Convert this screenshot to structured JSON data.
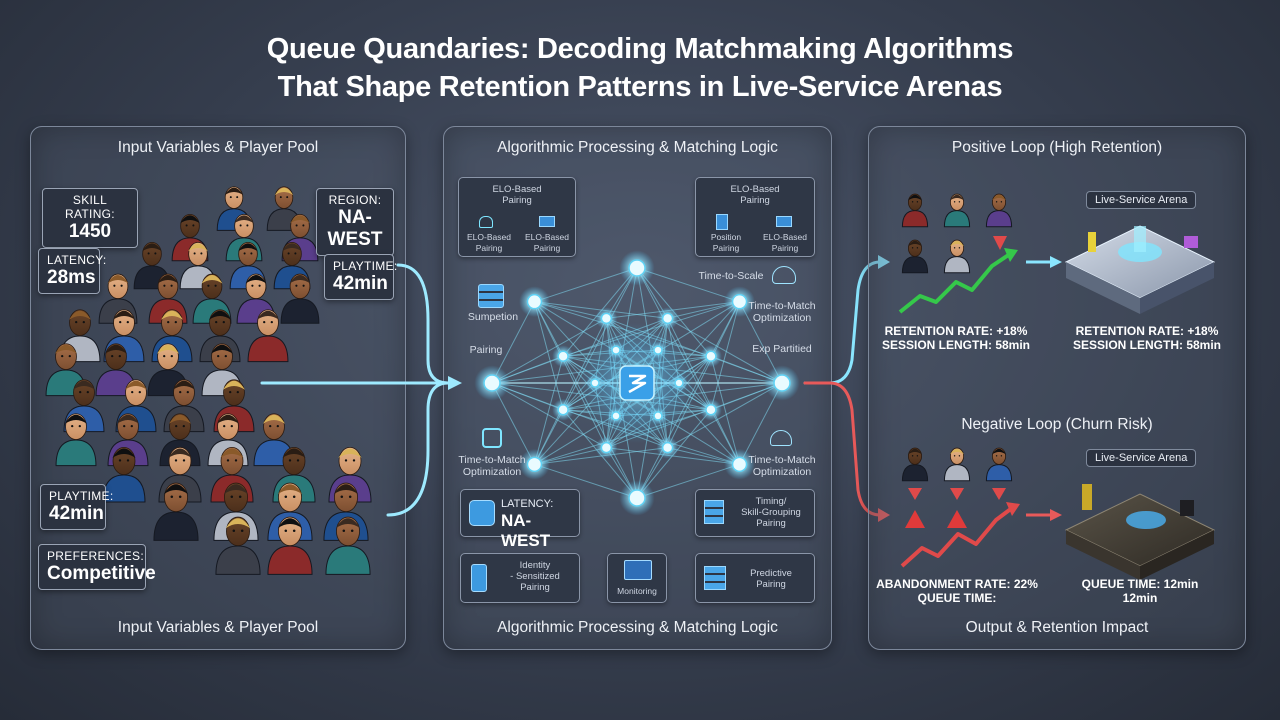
{
  "title": {
    "line1": "Queue Quandaries: Decoding Matchmaking Algorithms",
    "line2": "That Shape Retention Patterns in Live-Service Arenas"
  },
  "input_panel": {
    "heading": "Input Variables & Player Pool",
    "footer": "Input Variables & Player Pool",
    "tags": {
      "skill": {
        "key": "SKILL RATING:",
        "value": "1450"
      },
      "region": {
        "key": "REGION:",
        "value": "NA-WEST"
      },
      "latency": {
        "key": "LATENCY:",
        "value": "28ms"
      },
      "playtime_right": {
        "key": "PLAYTIME:",
        "value": "42min"
      },
      "playtime_left": {
        "key": "PLAYTIME:",
        "value": "42min"
      },
      "preferences": {
        "key": "PREFERENCES:",
        "value": "Competitive"
      }
    }
  },
  "algo_panel": {
    "heading": "Algorithmic Processing & Matching Logic",
    "footer": "Algorithmic Processing & Matching Logic",
    "elo_left": {
      "title": "ELO-Based\nPairing",
      "sub_a": "ELO-Based\nPairing",
      "sub_b": "ELO-Based\nPairing"
    },
    "elo_right": {
      "title": "ELO-Based\nPairing",
      "sub_a": "Position\nPairing",
      "sub_b": "ELO-Based\nPairing"
    },
    "labels": {
      "sumpetion": "Sumpetion",
      "pairing": "Pairing",
      "time_scale": "Time-to-Scale",
      "ttm_opt_top": "Time-to-Match\nOptimization",
      "exp_parted": "Exp Partitied",
      "ttm_opt_left": "Time-to-Match\nOptimization",
      "ttm_opt_right": "Time-to-Match\nOptimization"
    },
    "latency_box": {
      "key": "LATENCY:",
      "value": "NA-WEST"
    },
    "timing_box": "Timing/\nSkill-Grouping\nPairing",
    "bottom_left": "Identity\n- Sensitized\nPairing",
    "bottom_mid": "Monitoring",
    "bottom_right": "Predictive\nPairing"
  },
  "output_panel": {
    "positive_heading": "Positive Loop (High Retention)",
    "negative_heading": "Negative Loop (Churn Risk)",
    "footer": "Output & Retention Impact",
    "arena_label": "Live-Service Arena",
    "pos_metrics_left": {
      "line1": "RETENTION RATE: +18%",
      "line2": "SESSION LENGTH: 58min"
    },
    "pos_metrics_right": {
      "line1": "RETENTION RATE: +18%",
      "line2": "SESSION LENGTH: 58min"
    },
    "neg_metrics_left": {
      "line1": "ABANDONMENT RATE: 22%",
      "line2": "QUEUE TIME:"
    },
    "neg_metrics_right": {
      "line1": "QUEUE TIME: 12min",
      "line2": "12min"
    }
  },
  "colors": {
    "glow": "#7fe6ff",
    "positive": "#35c84a",
    "negative": "#e04a4a",
    "panel_border": "#7c879a"
  }
}
